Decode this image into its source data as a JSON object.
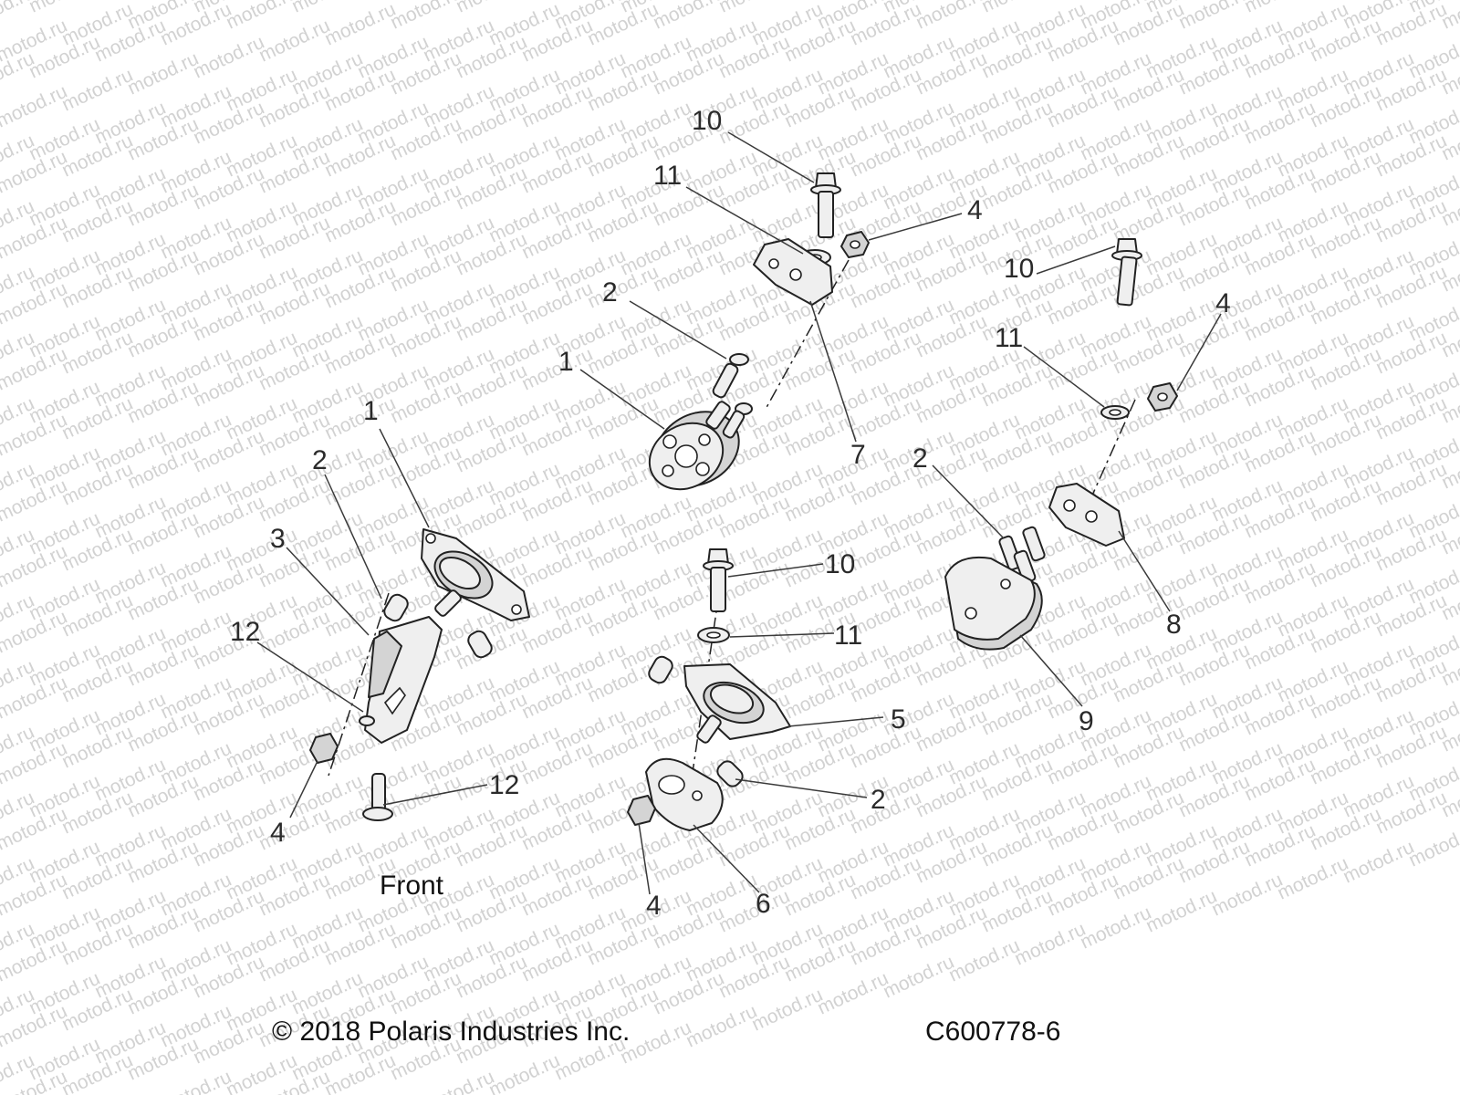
{
  "watermark_text": "motod.ru",
  "front_label": "Front",
  "copyright": "© 2018 Polaris Industries Inc.",
  "drawing_number": "C600778-6",
  "callouts": {
    "a1": "10",
    "a2": "11",
    "a3": "4",
    "a4": "2",
    "a5": "1",
    "a6": "7",
    "b1": "10",
    "b2": "4",
    "b3": "11",
    "b4": "2",
    "b5": "8",
    "b6": "9",
    "c1": "1",
    "c2": "2",
    "c3": "3",
    "c4": "12",
    "c5": "4",
    "c6": "12",
    "d1": "10",
    "d2": "11",
    "d3": "5",
    "d4": "2",
    "d5": "4",
    "d6": "6"
  },
  "colors": {
    "line": "#222222",
    "watermark": "#d2d2d2",
    "part_fill": "#efefef"
  }
}
